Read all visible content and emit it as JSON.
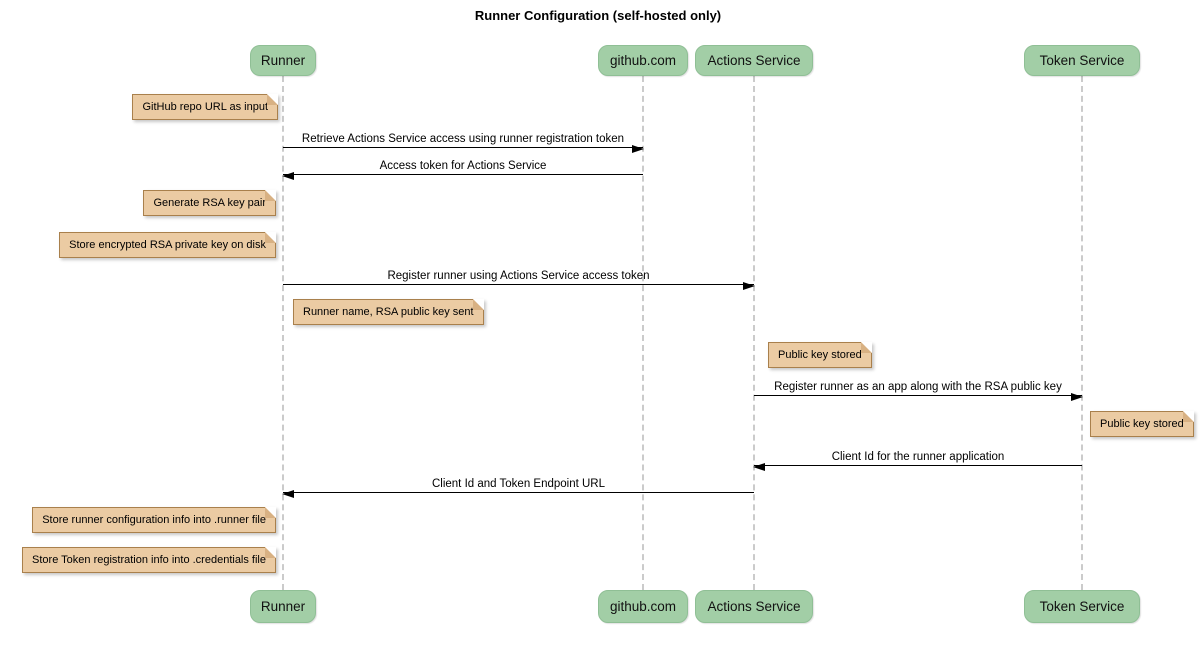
{
  "title": "Runner Configuration (self-hosted only)",
  "colors": {
    "participant_fill": "#a2cea6",
    "participant_border": "#8fbf95",
    "note_fill": "#ebcba3",
    "note_border": "#a9804c",
    "note_fold": "#d8b183",
    "lifeline": "#cbcbcb",
    "arrow": "#000000"
  },
  "participants": [
    {
      "name": "Runner"
    },
    {
      "name": "github.com"
    },
    {
      "name": "Actions Service"
    },
    {
      "name": "Token Service"
    }
  ],
  "messages": [
    {
      "from": "Runner",
      "to": "github.com",
      "label": "Retrieve Actions Service access using runner registration token"
    },
    {
      "from": "github.com",
      "to": "Runner",
      "label": "Access token for Actions Service"
    },
    {
      "from": "Runner",
      "to": "Actions Service",
      "label": "Register runner using Actions Service access token"
    },
    {
      "from": "Actions Service",
      "to": "Token Service",
      "label": "Register runner as an app along with the RSA public key"
    },
    {
      "from": "Token Service",
      "to": "Actions Service",
      "label": "Client Id for the runner application"
    },
    {
      "from": "Actions Service",
      "to": "Runner",
      "label": "Client Id and Token Endpoint URL"
    }
  ],
  "notes": [
    {
      "text": "GitHub repo URL as input",
      "position": "left of Runner"
    },
    {
      "text": "Generate RSA key pair",
      "position": "left of Runner"
    },
    {
      "text": "Store encrypted RSA private key on disk",
      "position": "left of Runner"
    },
    {
      "text": "Runner name, RSA public key sent",
      "position": "right of Runner"
    },
    {
      "text": "Public key stored",
      "position": "right of Actions Service"
    },
    {
      "text": "Public key stored",
      "position": "right of Token Service"
    },
    {
      "text": "Store runner configuration info into .runner file",
      "position": "left of Runner"
    },
    {
      "text": "Store Token registration info into .credentials file",
      "position": "left of Runner"
    }
  ]
}
